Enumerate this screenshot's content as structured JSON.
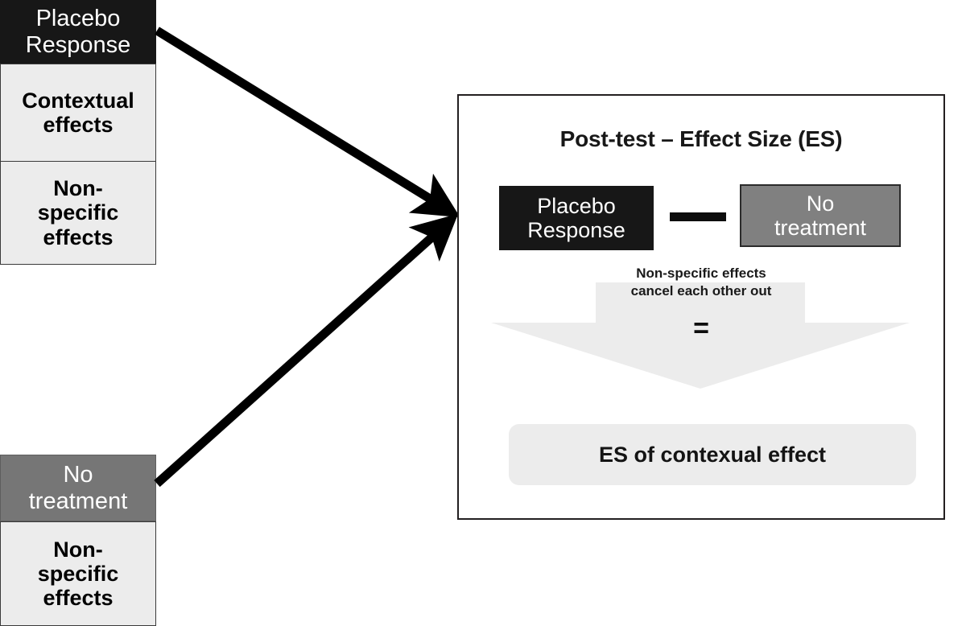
{
  "diagram": {
    "left_column": {
      "placebo_group": {
        "header": {
          "label": "Placebo\nResponse",
          "fill": "#171717",
          "text_color": "#ffffff"
        },
        "components": [
          {
            "label": "Contextual\neffects",
            "fill": "#ececec"
          },
          {
            "label": "Non-\nspecific\neffects",
            "fill": "#ececec"
          }
        ]
      },
      "control_group": {
        "header": {
          "label": "No\ntreatment",
          "fill": "#767676",
          "text_color": "#ffffff"
        },
        "components": [
          {
            "label": "Non-\nspecific\neffects",
            "fill": "#ececec"
          }
        ]
      }
    },
    "connectors": [
      {
        "name": "placebo-to-panel",
        "from": "Placebo Response",
        "to": "Post-test panel",
        "color": "#000000"
      },
      {
        "name": "notreatment-to-panel",
        "from": "No treatment",
        "to": "Post-test panel",
        "color": "#000000"
      }
    ],
    "right_panel": {
      "title": "Post-test – Effect Size (ES)",
      "equation": {
        "left_term": {
          "label": "Placebo\nResponse",
          "fill": "#171717",
          "text_color": "#ffffff"
        },
        "operator": "−",
        "right_term": {
          "label": "No\ntreatment",
          "fill": "#808080",
          "text_color": "#ffffff"
        }
      },
      "note": "Non-specific effects\ncancel each other out",
      "equals": "=",
      "arrow": {
        "name": "down-arrow",
        "fill": "#ececec"
      },
      "result": {
        "label": "ES of contexual effect",
        "fill": "#ececec",
        "text_color": "#141414"
      }
    }
  }
}
